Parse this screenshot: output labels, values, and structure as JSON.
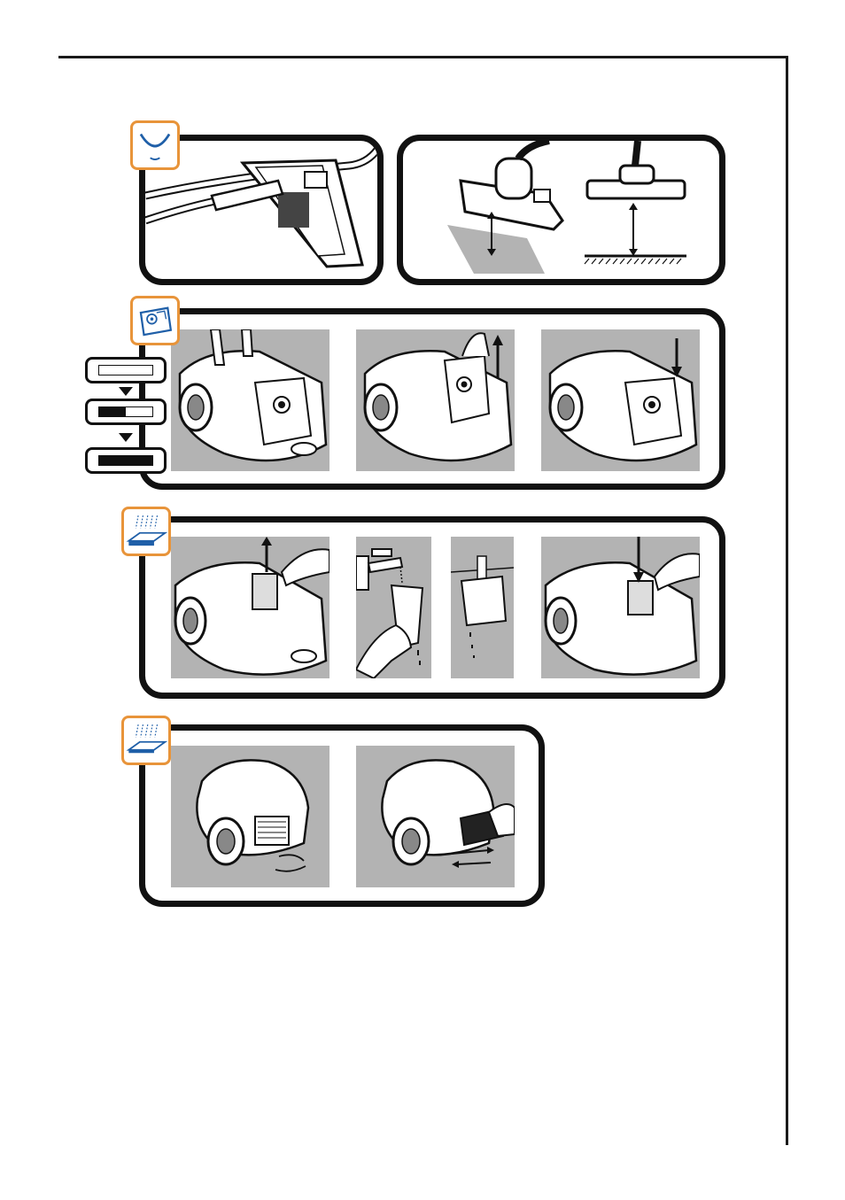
{
  "document": {
    "sections": [
      {
        "id": "nozzle",
        "icon": "nozzle-smile-icon"
      },
      {
        "id": "dust-bag",
        "icon": "dust-bag-icon",
        "bag_indicator_levels": [
          0,
          0.5,
          1.0
        ]
      },
      {
        "id": "motor-filter",
        "icon": "filter-pad-icon"
      },
      {
        "id": "exhaust-filter",
        "icon": "filter-pad-icon"
      }
    ],
    "colors": {
      "accent": "#e8943a",
      "photo_bg": "#b3b3b3",
      "outline": "#111111",
      "icon_blue": "#1f5fa8"
    }
  }
}
